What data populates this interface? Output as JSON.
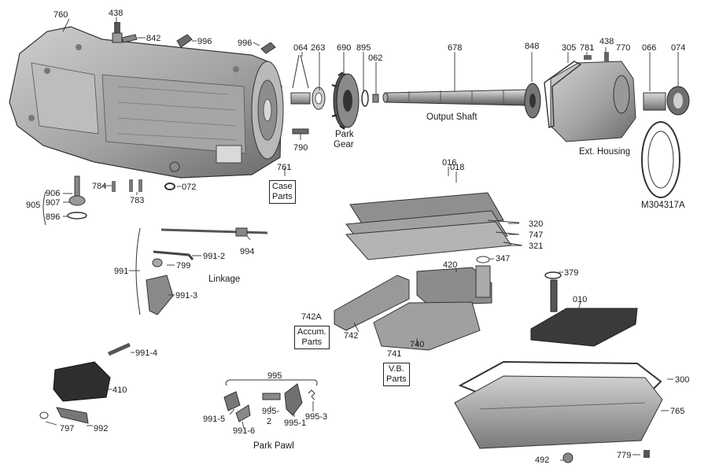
{
  "labels": {
    "p760": "760",
    "p438a": "438",
    "p842": "842",
    "p996a": "996",
    "p996b": "996",
    "p064": "064",
    "p263": "263",
    "p690": "690",
    "p895": "895",
    "p062": "062",
    "p678": "678",
    "p848": "848",
    "p305": "305",
    "p781": "781",
    "p438b": "438",
    "p770": "770",
    "p066": "066",
    "p074": "074",
    "p790": "790",
    "p761": "761",
    "p784": "784",
    "p072": "072",
    "p783": "783",
    "p906": "906",
    "p905": "905",
    "p907": "907",
    "p896": "896",
    "p016": "016",
    "p018": "018",
    "p320": "320",
    "p747": "747",
    "p321": "321",
    "p347": "347",
    "p420": "420",
    "p379": "379",
    "p010": "010",
    "p991": "991",
    "p994": "994",
    "p991_2": "991-2",
    "p799": "799",
    "p991_3": "991-3",
    "p742A": "742A",
    "p742": "742",
    "p740": "740",
    "p741": "741",
    "p991_4": "991-4",
    "p410": "410",
    "p797": "797",
    "p992": "992",
    "p995": "995",
    "p991_5": "991-5",
    "p995_2a": "995-",
    "p995_2b": "2",
    "p995_1": "995-1",
    "p995_3": "995-3",
    "p991_6": "991-6",
    "p300": "300",
    "p765": "765",
    "p492": "492",
    "p779": "779"
  },
  "captions": {
    "park_gear_1": "Park",
    "park_gear_2": "Gear",
    "output_shaft": "Output Shaft",
    "ext_housing": "Ext. Housing",
    "gasket_part": "M304317A",
    "linkage": "Linkage",
    "park_pawl": "Park Pawl"
  },
  "boxes": {
    "case_parts_1": "Case",
    "case_parts_2": "Parts",
    "accum_parts_1": "Accum.",
    "accum_parts_2": "Parts",
    "vb_parts_1": "V.B.",
    "vb_parts_2": "Parts"
  },
  "icons": {
    "transmission_case": "transmission-case-illustration",
    "output_shaft": "output-shaft-illustration",
    "park_gear": "park-gear-illustration",
    "extension_housing": "extension-housing-illustration",
    "valve_body": "valve-body-illustration",
    "oil_pan": "oil-pan-illustration",
    "filter": "filter-illustration",
    "range_sensor": "range-sensor-illustration"
  },
  "colors": {
    "line": "#222222",
    "metal": "#9c9c9c",
    "metal_dark": "#5e5e5e",
    "metal_light": "#cfcfcf"
  }
}
